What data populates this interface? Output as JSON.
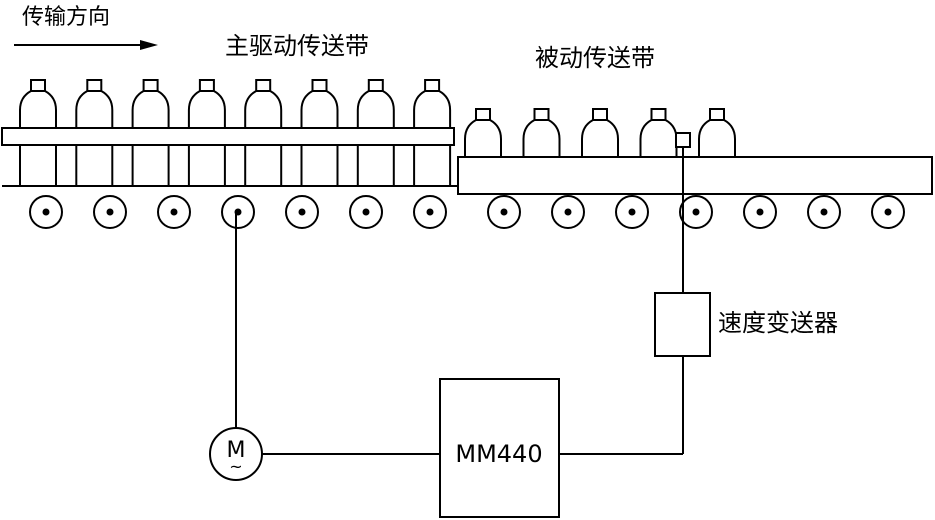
{
  "labels": {
    "direction": "传输方向",
    "main_belt": "主驱动传送带",
    "passive_belt": "被动传送带",
    "speed_transmitter": "速度变送器",
    "drive": "MM440",
    "motor": "M",
    "motor_symbol": "~"
  },
  "counts": {
    "main_bottles": 8,
    "passive_bottles": 5,
    "main_rollers": 7,
    "passive_rollers": 7
  }
}
